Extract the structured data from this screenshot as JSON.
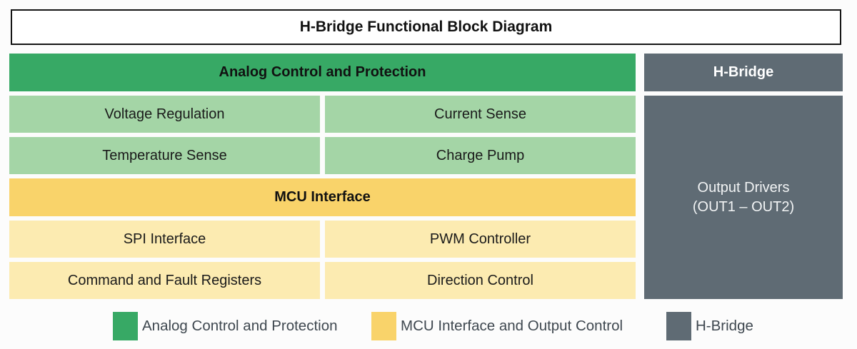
{
  "title": "H-Bridge Functional Block Diagram",
  "colors": {
    "green": "#37a965",
    "light_green": "#a4d5a6",
    "yellow": "#f9d36a",
    "light_yellow": "#fcebb1",
    "gray": "#5f6b74"
  },
  "analog_section": {
    "header": "Analog Control and Protection",
    "cells": [
      "Voltage Regulation",
      "Current Sense",
      "Temperature Sense",
      "Charge Pump"
    ]
  },
  "mcu_section": {
    "header": "MCU Interface",
    "cells": [
      "SPI Interface",
      "PWM Controller",
      "Command and Fault Registers",
      "Direction Control"
    ]
  },
  "hbridge_section": {
    "header": "H-Bridge",
    "block_line1": "Output Drivers",
    "block_line2": "(OUT1 – OUT2)"
  },
  "legend": {
    "items": [
      {
        "label": "Analog Control and Protection",
        "color": "#37a965"
      },
      {
        "label": "MCU Interface and Output Control",
        "color": "#f9d36a"
      },
      {
        "label": "H-Bridge",
        "color": "#5f6b74"
      }
    ]
  }
}
